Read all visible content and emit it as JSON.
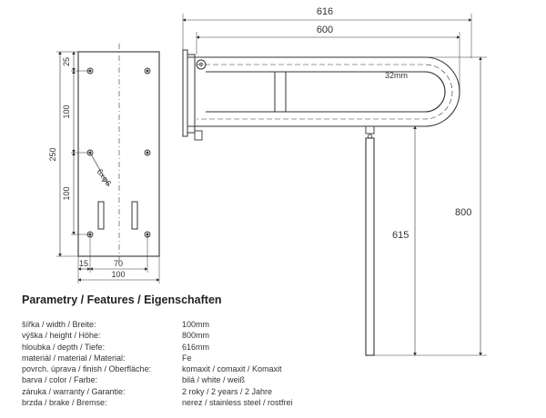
{
  "drawing": {
    "plate_dims": {
      "top_offset": "25",
      "hole_spacing_upper": "100",
      "height": "250",
      "hole_spacing_lower": "100",
      "edge_offset": "15",
      "hole_spacing_x": "70",
      "width": "100",
      "screw_label": "6xφ6"
    },
    "bar_dims": {
      "total_length": "616",
      "bar_length": "600",
      "tube_diameter": "32mm",
      "total_height": "800",
      "leg_height": "615"
    }
  },
  "section_title": "Parametry / Features / Eigenschaften",
  "parameters": [
    {
      "name": "šířka / width / Breite:",
      "value": "100mm"
    },
    {
      "name": "výška / height / Höhe:",
      "value": "800mm"
    },
    {
      "name": "hloubka / depth / Tiefe:",
      "value": "616mm"
    },
    {
      "name": "materiál / material / Material:",
      "value": "Fe"
    },
    {
      "name": "povrch. úprava / finish / Oberfläche:",
      "value": "komaxit / comaxit / Komaxit"
    },
    {
      "name": "barva / color / Farbe:",
      "value": "bilá / white / weiß"
    },
    {
      "name": "záruka / warranty / Garantie:",
      "value": "2 roky / 2 years / 2 Jahre"
    },
    {
      "name": "brzda / brake / Bremse:",
      "value": "nerez / stainless steel / rostfrei"
    }
  ]
}
